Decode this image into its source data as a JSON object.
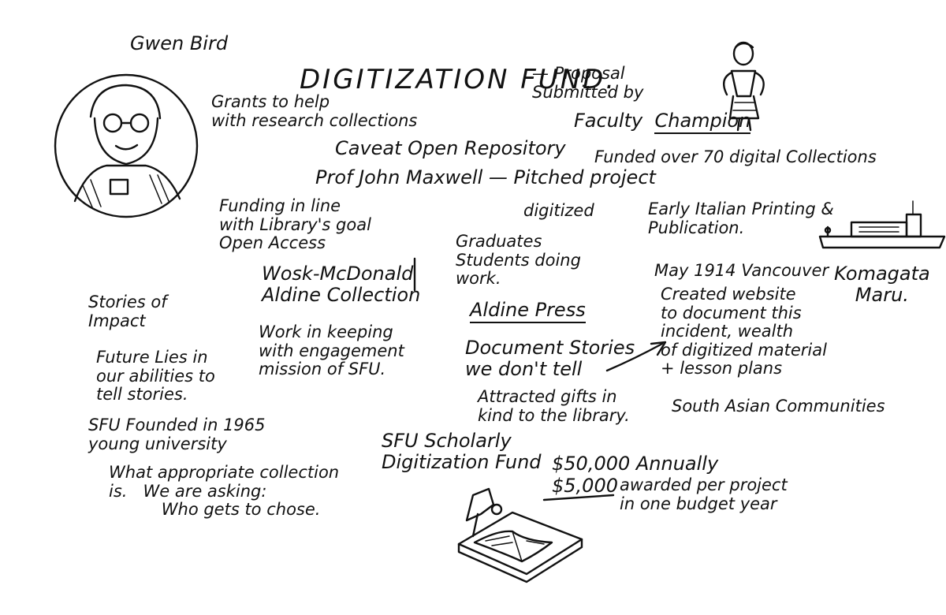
{
  "speaker_name": "Gwen Bird",
  "fund_title": "DIGITIZATION FUND.",
  "proposal": "— Proposal\nSubmitted by",
  "faculty_champion": {
    "faculty": "Faculty",
    "champion": "Champion"
  },
  "grants": "Grants to help\nwith research collections",
  "caveat": "Caveat Open Repository",
  "funded": "Funded over 70 digital Collections",
  "john": "Prof John Maxwell — Pitched project",
  "digitized": "digitized",
  "early": "Early Italian Printing &\nPublication.",
  "funding_goal": "Funding in line\nwith Library's goal\nOpen Access",
  "graduates": "Graduates\nStudents doing\nwork.",
  "may": "May 1914 Vancouver",
  "komagata": "Komagata\nMaru.",
  "created": "Created website\nto document this\nincident, wealth\nof digitized material\n+ lesson plans",
  "south_asian": "South Asian Communities",
  "wosk": "Wosk-McDonald\nAldine Collection",
  "aldine_press": "Aldine Press",
  "stories": "Stories of\nImpact",
  "future": "Future Lies in\nour abilities to\ntell stories.",
  "work_keeping": "Work in keeping\nwith engagement\nmission of SFU.",
  "document_stories": "Document Stories\nwe don't tell",
  "attracted": "Attracted gifts in\nkind to the library.",
  "sfu_founded": "SFU Founded in 1965\nyoung university",
  "what_appropriate": "What appropriate collection\nis.   We are asking:\n          Who gets to chose.",
  "scholarly_fund": "SFU Scholarly\nDigitization Fund",
  "annual_amount": "$50,000 Annually",
  "per_project_amount": "$5,000",
  "per_project_text": "awarded per project\nin one budget year",
  "icons": [
    "speaker-portrait-icon",
    "champion-figure-icon",
    "ship-icon",
    "book-scanner-icon",
    "arrow-icon"
  ]
}
